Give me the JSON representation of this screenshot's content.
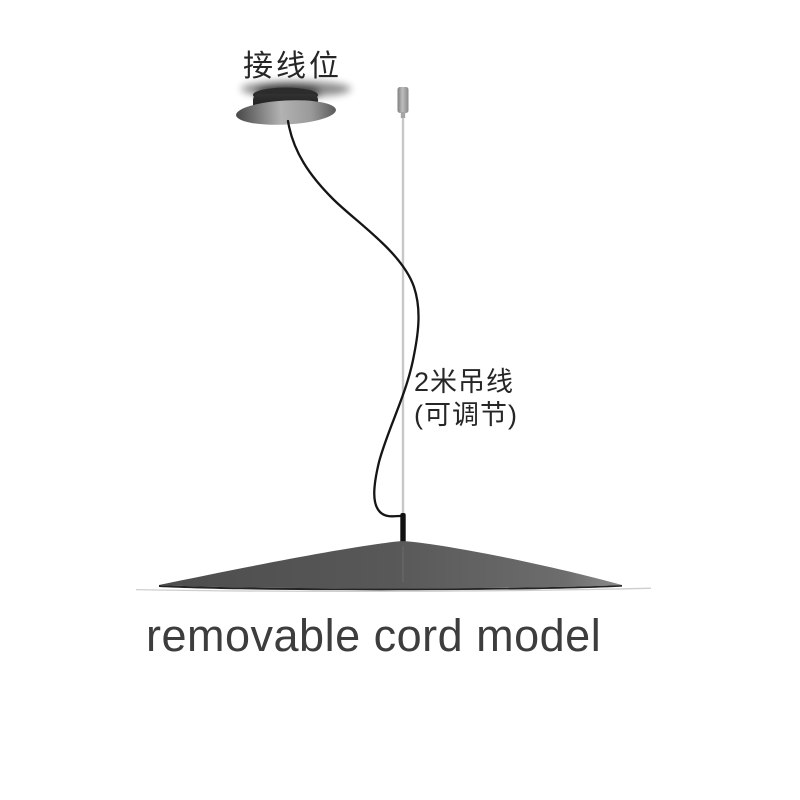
{
  "annotations": {
    "wiring_position": "接线位",
    "suspension_line1": "2米吊线",
    "suspension_line2": "(可调节)",
    "caption": "removable cord model"
  },
  "colors": {
    "background": "#ffffff",
    "annotation_text": "#262626",
    "caption_text": "#3d3d3d",
    "wire_black": "#151515",
    "cable_gray": "#c7c7c7",
    "connector_black": "#111111",
    "canopy_top_dark": "#2c2c2c",
    "canopy_disc_left": "#474747",
    "canopy_disc_light": "#b2b2b2",
    "shade_left": "#4d4d4d",
    "shade_mid": "#585858",
    "shade_right": "#8c8c8c",
    "shade_rim": "#242424",
    "shade_underline": "#c9c9c9"
  }
}
